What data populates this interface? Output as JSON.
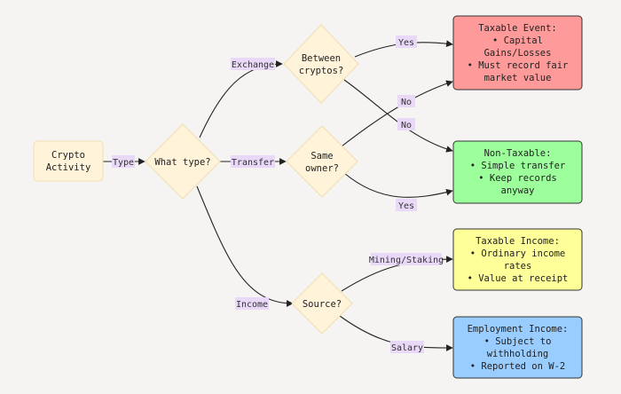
{
  "nodes": {
    "crypto_activity": {
      "lines": [
        "Crypto",
        "Activity"
      ]
    },
    "what_type": {
      "lines": [
        "What type?"
      ]
    },
    "between_cryptos": {
      "lines": [
        "Between",
        "cryptos?"
      ]
    },
    "same_owner": {
      "lines": [
        "Same",
        "owner?"
      ]
    },
    "source": {
      "lines": [
        "Source?"
      ]
    },
    "taxable_event": {
      "lines": [
        "Taxable Event:",
        "• Capital",
        "Gains/Losses",
        "• Must record fair",
        "market value"
      ]
    },
    "non_taxable": {
      "lines": [
        "Non-Taxable:",
        "• Simple transfer",
        "• Keep records",
        "anyway"
      ]
    },
    "taxable_income": {
      "lines": [
        "Taxable Income:",
        "• Ordinary income",
        "rates",
        "• Value at receipt"
      ]
    },
    "employment_income": {
      "lines": [
        "Employment Income:",
        "• Subject to",
        "withholding",
        "• Reported on W-2"
      ]
    }
  },
  "edge_labels": {
    "type": "Type",
    "exchange": "Exchange",
    "transfer": "Transfer",
    "income": "Income",
    "yes_taxable": "Yes",
    "no_nontaxable": "No",
    "no_taxable": "No",
    "yes_nontaxable": "Yes",
    "mining_staking": "Mining/Staking",
    "salary": "Salary"
  },
  "colors": {
    "background": "#f5f4f2",
    "decision_fill": "#fff3d9",
    "decision_stroke": "#f0dfb0",
    "taxable_event_fill": "#ff9a9a",
    "non_taxable_fill": "#9cff9c",
    "taxable_income_fill": "#ffff99",
    "employment_income_fill": "#99ccff",
    "edge_label_bg": "#e9d8f7"
  }
}
